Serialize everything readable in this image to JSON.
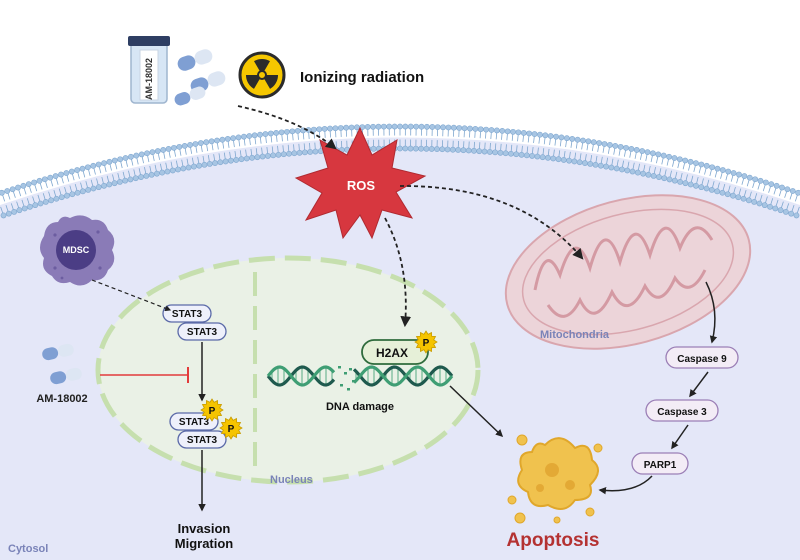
{
  "top": {
    "bottle_label": "AM-18002",
    "radiation_label": "Ionizing radiation"
  },
  "ros_label": "ROS",
  "mdsc_label": "MDSC",
  "drug_label": "AM-18002",
  "nucleus": {
    "label": "Nucleus",
    "stat3_top": "STAT3",
    "stat3_bottom": "STAT3",
    "stat3_p_top": "STAT3",
    "stat3_p_bottom": "STAT3",
    "phospho": "P",
    "h2ax_label": "H2AX",
    "dna_damage_label": "DNA damage"
  },
  "mitochondria_label": "Mitochondria",
  "cascade": [
    "Caspase 9",
    "Caspase 3",
    "PARP1"
  ],
  "apoptosis_label": "Apoptosis",
  "outcome": [
    "Invasion",
    "Migration"
  ],
  "cytosol_label": "Cytosol",
  "colors": {
    "cytosol": "#e4e7f8",
    "membrane_head": "#a7c5e3",
    "membrane_tail": "#7fa7cf",
    "ros": "#d7373f",
    "nucleus_fill": "#eaf1e6",
    "nucleus_border": "#c6dfae",
    "mito_fill": "#ecd4d9",
    "mito_border": "#d9a6ae",
    "phospho": "#f5c400",
    "inhibit": "#e23b3b",
    "apoptosis": "#b43232",
    "dna_dark": "#1f5a4e",
    "dna_light": "#3f9e74"
  }
}
